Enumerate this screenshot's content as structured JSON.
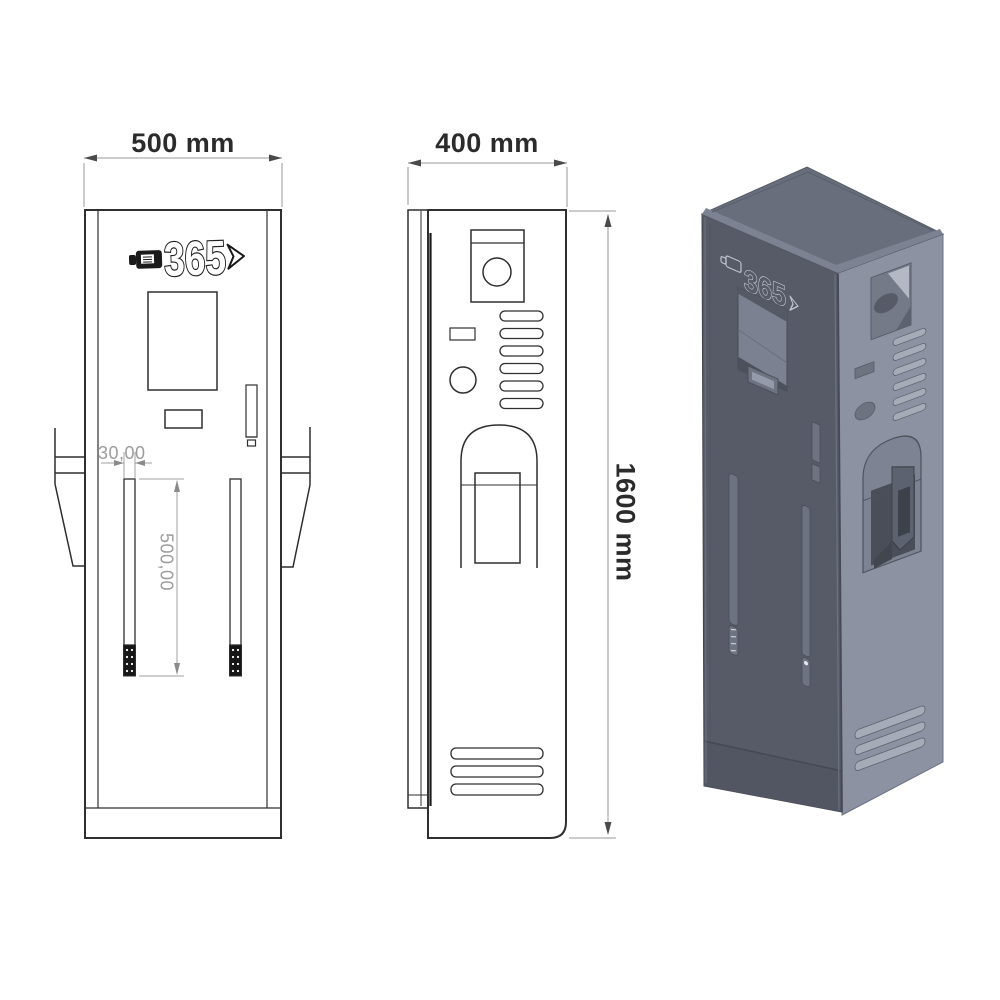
{
  "figure": {
    "type": "technical-drawing",
    "subject": "365 charging kiosk cabinet, front view, side view and isometric render",
    "views": {
      "front": {
        "width_dim": "500 mm",
        "slot_width_dim": "30,00",
        "slot_height_dim": "500,00",
        "logo": "365"
      },
      "side": {
        "depth_dim": "400 mm",
        "height_dim": "1600 mm"
      },
      "iso": {
        "logo": "365"
      }
    },
    "colors": {
      "line": "#2f2f2f",
      "dim_line": "#999999",
      "dim_text_primary": "#2b2b2b",
      "dim_text_secondary": "#9c9c9c",
      "iso_front_face": "#575b68",
      "iso_side_face": "#8d92a2",
      "iso_top_face": "#696e7c",
      "iso_recess": "#6e7382",
      "iso_dark_recess": "#464a54",
      "iso_louver": "#a6abb8",
      "iso_engraved_outline": "#c2c6d0"
    }
  }
}
